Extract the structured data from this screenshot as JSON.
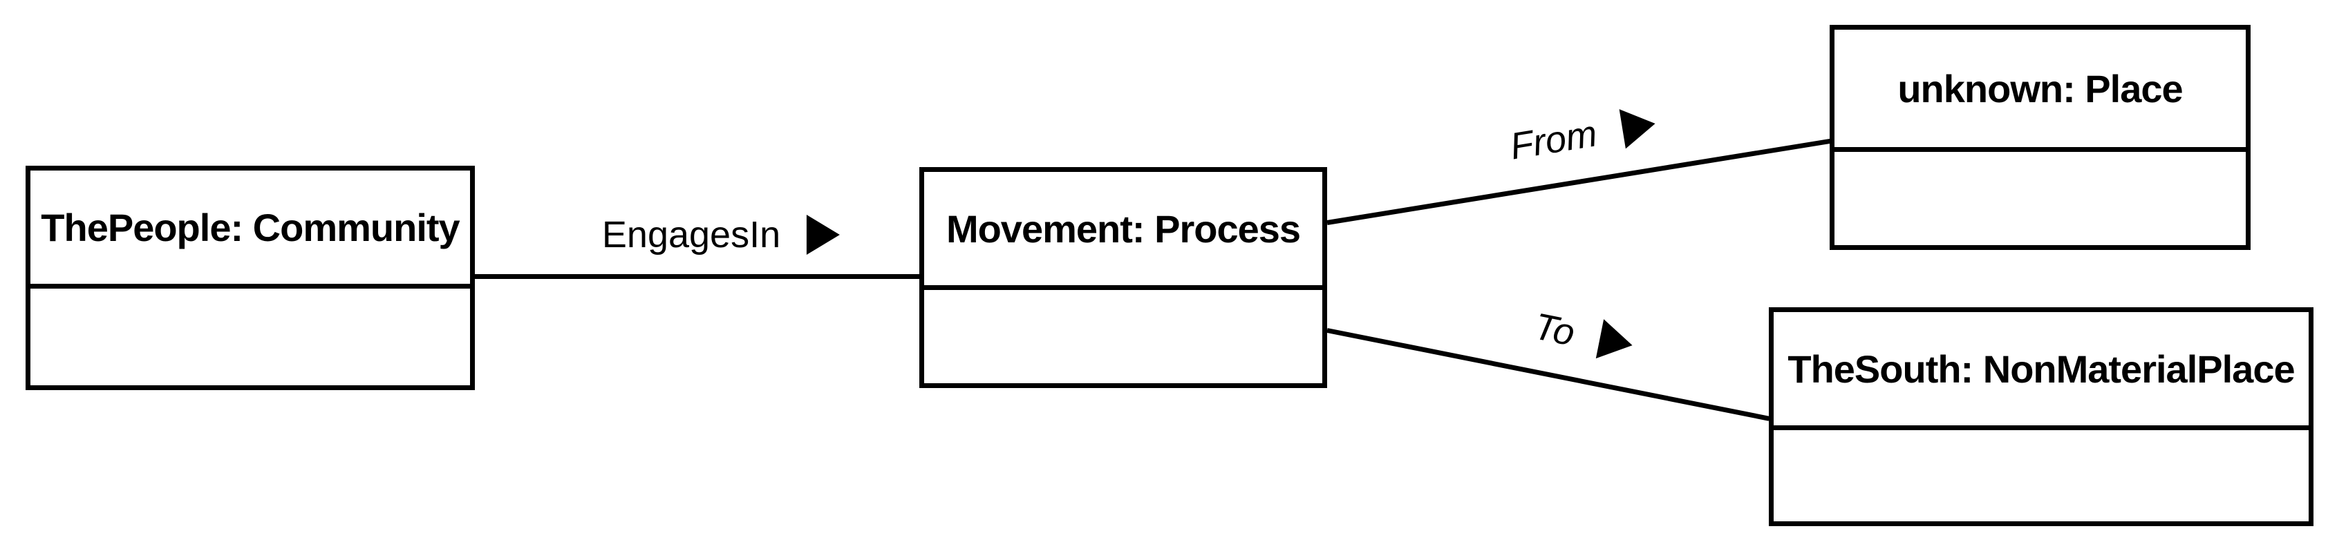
{
  "diagram": {
    "type": "uml-object-diagram",
    "colors": {
      "background": "#ffffff",
      "stroke": "#000000",
      "text": "#000000"
    },
    "nodes": [
      {
        "label": "ThePeople: Community"
      },
      {
        "label": "Movement: Process"
      },
      {
        "label": "unknown: Place"
      },
      {
        "label": "TheSouth: NonMaterialPlace"
      }
    ],
    "edges": [
      {
        "label": "EngagesIn",
        "from": "ThePeople: Community",
        "to": "Movement: Process"
      },
      {
        "label": "From",
        "from": "Movement: Process",
        "to": "unknown: Place"
      },
      {
        "label": "To",
        "from": "Movement: Process",
        "to": "TheSouth: NonMaterialPlace"
      }
    ]
  }
}
